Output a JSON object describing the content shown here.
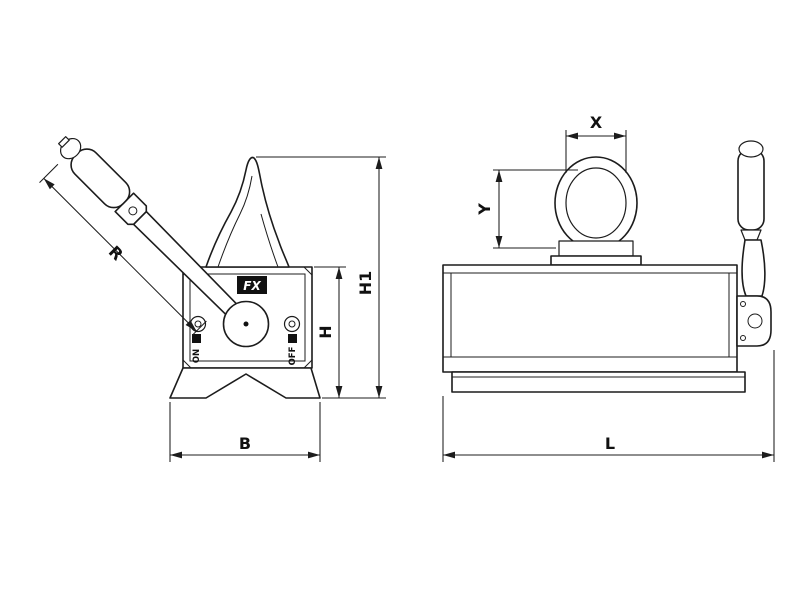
{
  "meta": {
    "background": "#ffffff",
    "line_color": "#1c1c1c"
  },
  "front_view": {
    "logo_text": "FX",
    "switch": {
      "on": "ON",
      "off": "OFF"
    },
    "dimensions": {
      "r": "R",
      "h1": "H1",
      "h": "H",
      "b": "B"
    }
  },
  "side_view": {
    "dimensions": {
      "x": "X",
      "y": "Y",
      "l": "L"
    }
  }
}
